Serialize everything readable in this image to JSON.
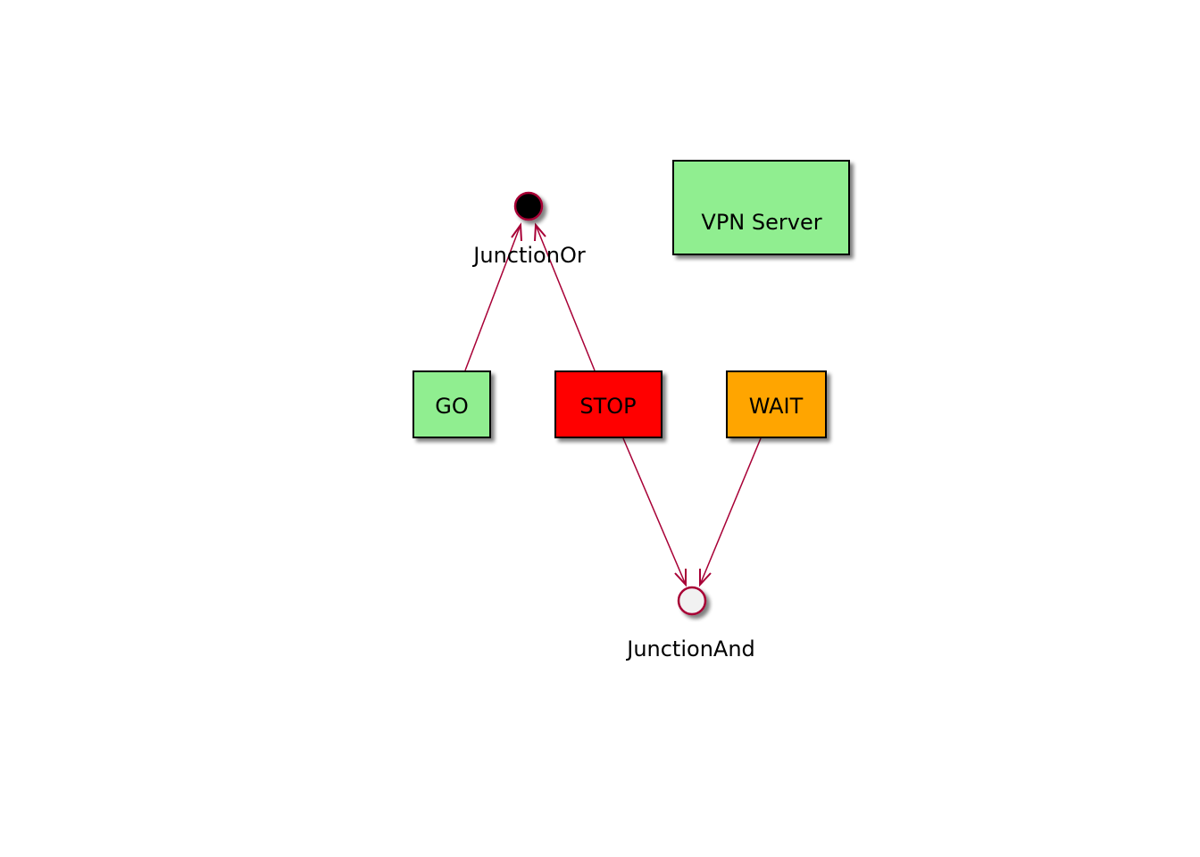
{
  "diagram": {
    "type": "plantuml-state",
    "nodes": [
      {
        "id": "junction_or",
        "label": "JunctionOr",
        "kind": "filled-circle",
        "fill": "#000000",
        "stroke": "#A80036"
      },
      {
        "id": "vpn_server",
        "label": "VPN Server",
        "kind": "box",
        "fill": "#90EE90"
      },
      {
        "id": "go",
        "label": "GO",
        "kind": "box",
        "fill": "#90EE90"
      },
      {
        "id": "stop",
        "label": "STOP",
        "kind": "box",
        "fill": "#FF0000"
      },
      {
        "id": "wait",
        "label": "WAIT",
        "kind": "box",
        "fill": "#FFA500"
      },
      {
        "id": "junction_and",
        "label": "JunctionAnd",
        "kind": "open-circle",
        "fill": "#F1F1F1",
        "stroke": "#A80036"
      }
    ],
    "edges": [
      {
        "from": "go",
        "to": "junction_or"
      },
      {
        "from": "stop",
        "to": "junction_or"
      },
      {
        "from": "stop",
        "to": "junction_and"
      },
      {
        "from": "wait",
        "to": "junction_and"
      }
    ],
    "edge_color": "#A80036"
  }
}
